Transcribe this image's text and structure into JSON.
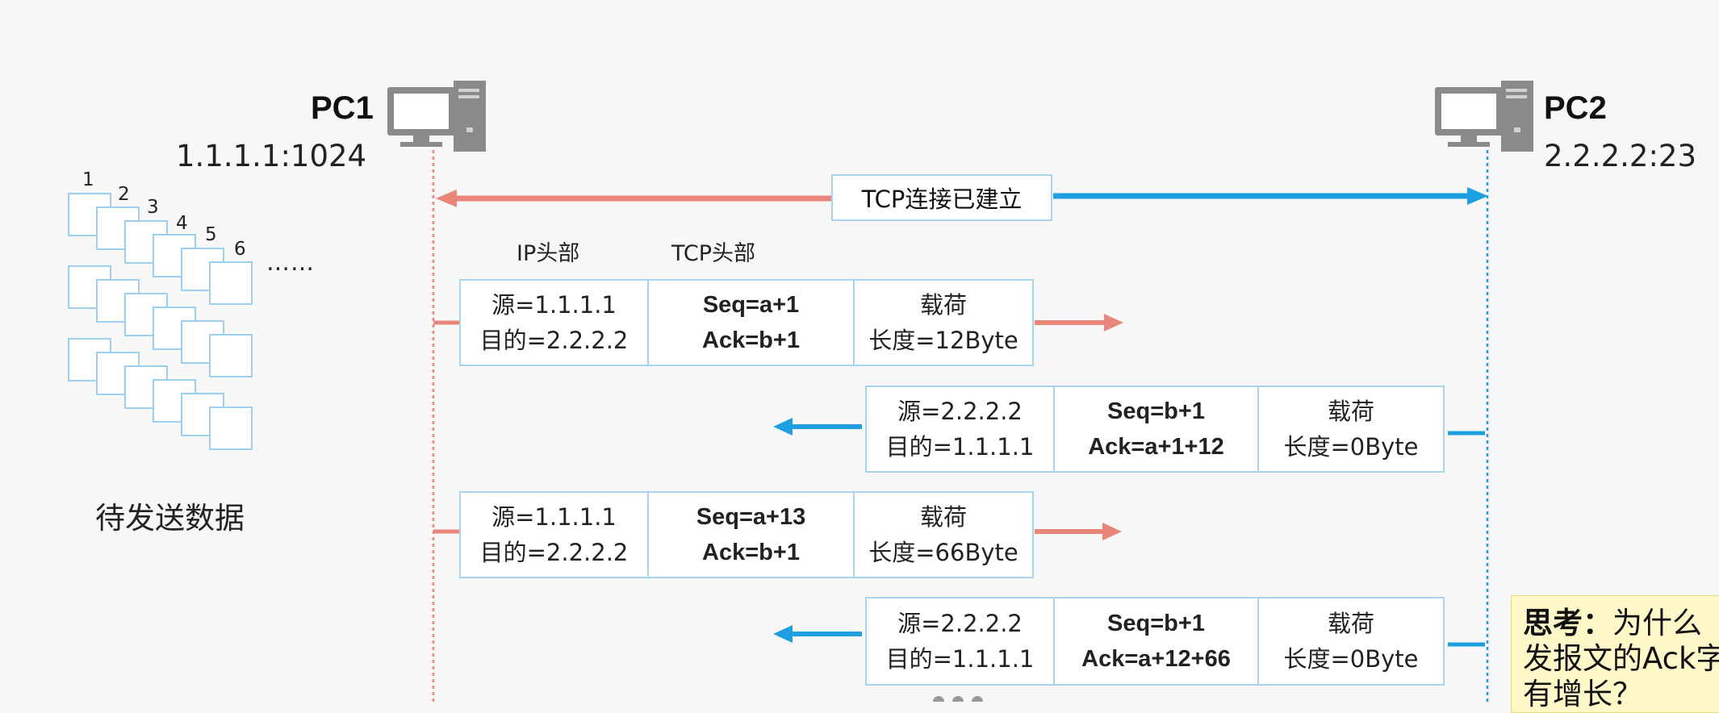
{
  "pc1": {
    "name": "PC1",
    "address": "1.1.1.1:1024"
  },
  "pc2": {
    "name": "PC2",
    "address": "2.2.2.2:23"
  },
  "connection_label": "TCP连接已建立",
  "header_labels": {
    "ip": "IP头部",
    "tcp": "TCP头部"
  },
  "pending": {
    "label": "待发送数据",
    "numbers": [
      "1",
      "2",
      "3",
      "4",
      "5",
      "6"
    ],
    "ellipsis": "……"
  },
  "packets": [
    {
      "direction": "pc1-to-pc2",
      "ip": {
        "src": "源=1.1.1.1",
        "dst": "目的=2.2.2.2"
      },
      "tcp": {
        "seq": "Seq=a+1",
        "ack": "Ack=b+1"
      },
      "payload": {
        "title": "载荷",
        "length": "长度=12Byte"
      }
    },
    {
      "direction": "pc2-to-pc1",
      "ip": {
        "src": "源=2.2.2.2",
        "dst": "目的=1.1.1.1"
      },
      "tcp": {
        "seq": "Seq=b+1",
        "ack": "Ack=a+1+12"
      },
      "payload": {
        "title": "载荷",
        "length": "长度=0Byte"
      },
      "ack_underlined": true
    },
    {
      "direction": "pc1-to-pc2",
      "ip": {
        "src": "源=1.1.1.1",
        "dst": "目的=2.2.2.2"
      },
      "tcp": {
        "seq": "Seq=a+13",
        "ack": "Ack=b+1"
      },
      "payload": {
        "title": "载荷",
        "length": "长度=66Byte"
      }
    },
    {
      "direction": "pc2-to-pc1",
      "ip": {
        "src": "源=2.2.2.2",
        "dst": "目的=1.1.1.1"
      },
      "tcp": {
        "seq": "Seq=b+1",
        "ack": "Ack=a+12+66"
      },
      "payload": {
        "title": "载荷",
        "length": "长度=0Byte"
      }
    }
  ],
  "think": {
    "prefix": "思考：",
    "line1": "为什么",
    "line2": "发报文的Ack字",
    "line3": "有增长？"
  },
  "colors": {
    "pc1_line": "#e8867a",
    "pc2_line": "#1ea0e0",
    "box_border": "#a9d4ee",
    "highlight": "#fff8c8",
    "underline": "#e0201c"
  }
}
